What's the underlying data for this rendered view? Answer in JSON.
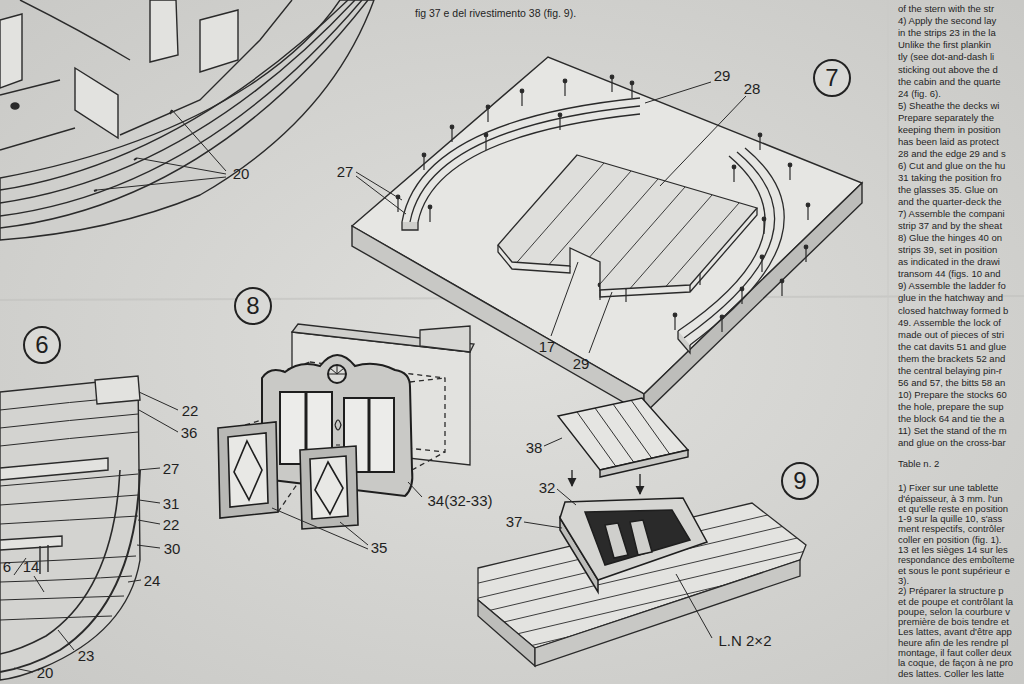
{
  "diagram": {
    "nodes": [
      {
        "text": [
          "7"
        ]
      },
      {
        "text": [
          "8"
        ]
      },
      {
        "text": [
          "6"
        ]
      },
      {
        "text": [
          "9"
        ]
      }
    ],
    "labels": [
      "fig 37 e del rivestimento 38 (fig. 9).",
      "20",
      "27",
      "29",
      "28",
      "17",
      "29",
      "22",
      "36",
      "27",
      "31",
      "22",
      "30",
      "24",
      "6",
      "14",
      "23",
      "20",
      "34(32-33)",
      "35",
      "38",
      "32",
      "37",
      "L.N 2×2",
      "of the stern with the str",
      "4) Apply the second lay",
      "in the strips 23 in the la",
      "Unlike the first plankin",
      "tly (see dot-and-dash li",
      "sticking out above the d",
      "the cabin and the quarte",
      "24 (fig. 6).",
      "5) Sheathe the decks wi",
      "Prepare separately the",
      "keeping them in position",
      "has been laid as protect",
      "28 and the edge 29 and s",
      "6) Cut and glue on the hu",
      "31 taking the position fro",
      "the glasses 35. Glue on",
      "and the quarter-deck the",
      "7) Assemble the compani",
      "strip 37 and by the sheat",
      "8) Glue the hinges 40 on",
      "strips 39, set in position",
      "as indicated in the drawi",
      "transom 44 (figs. 10 and",
      "9) Assemble the ladder fo",
      "glue in the hatchway and",
      "closed hatchway formed b",
      "49. Assemble the lock of",
      "made out of pieces of stri",
      "the cat davits 51 and glue",
      "them the brackets 52 and",
      "the central belaying pin-r",
      "56 and 57, the bitts 58 an",
      "10) Prepare the stocks 60",
      "the hole, prepare the sup",
      "the block 64 and tie the a",
      "11) Set the stand of the m",
      "and glue on the cross-bar",
      "Table n. 2",
      "1) Fixer sur une tablette",
      "d'épaisseur, à 3 mm. l'un",
      "et qu'elle reste en position",
      "1-9 sur la quille 10, s'ass",
      "ment respectifs, contrôler",
      "coller en position (fig. 1).",
      "13 et les sièges 14 sur les",
      "respondance des emboîteme",
      "et sous le pont supérieur e",
      "3).",
      "2) Préparer la structure p",
      "et de poupe et contrôlant la",
      "poupe, selon la courbure v",
      "première de bois tendre et",
      "Les lattes, avant d'être app",
      "heure afin de les rendre pl",
      "montage, il faut coller deux",
      "la coque, de façon à ne pro",
      "des lattes. Coller les latte"
    ]
  }
}
